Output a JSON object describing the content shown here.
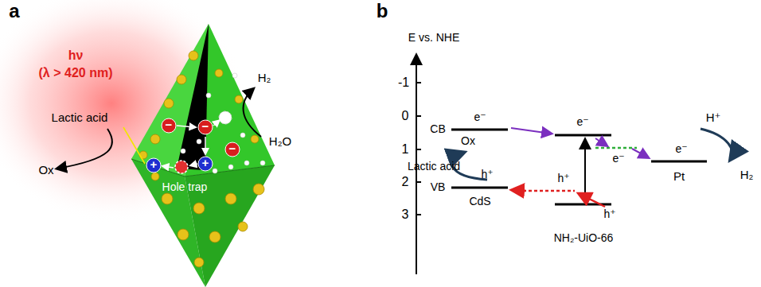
{
  "diagram": {
    "labels": [
      "a",
      "hν",
      "(λ > 420 nm)",
      "Lactic acid",
      "H₂",
      "H₂O",
      "Ox",
      "Hole trap",
      "b",
      "E vs. NHE",
      "-1",
      "0",
      "1",
      "2",
      "3",
      "CB",
      "e⁻",
      "e⁻",
      "e⁻",
      "e⁻",
      "H⁺",
      "H₂",
      "Pt",
      "Ox",
      "Lactic acid",
      "h⁺",
      "h⁺",
      "h⁺",
      "VB",
      "CdS",
      "NH₂-UiO-66",
      "−",
      "−",
      "−",
      "+",
      "+"
    ]
  }
}
